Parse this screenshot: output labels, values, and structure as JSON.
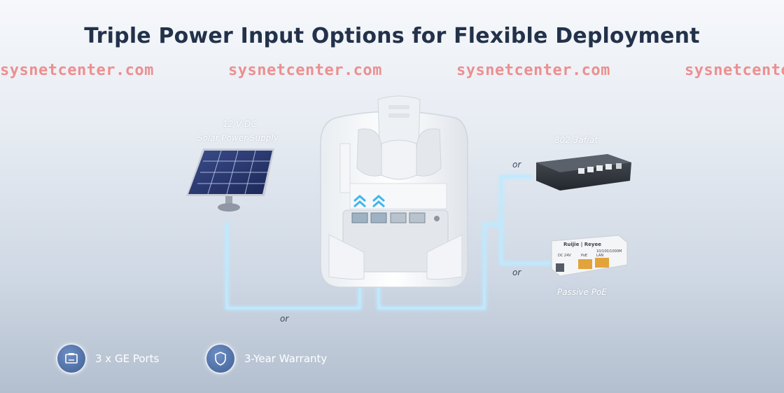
{
  "title": "Triple Power Input Options for Flexible Deployment",
  "watermark": {
    "text_1": "sysnetcenter.com",
    "text_2": "sysnetcenter.com",
    "text_3": "sysnetcenter.com",
    "text_4": "sysnetcenter.com"
  },
  "solar": {
    "line1": "12 V DC",
    "line2": "Solar Power Supply"
  },
  "switch": {
    "label": "802.3af/at"
  },
  "poe_injector": {
    "label": "Passive PoE",
    "brand": "Ruijie | Reyee",
    "port_left": "DC 24V",
    "port_poe": "PoE",
    "port_lan": "10/100/1000M LAN"
  },
  "or_labels": {
    "switch_or": "or",
    "poe_or": "or",
    "bottom_or": "or"
  },
  "features": [
    {
      "icon": "ethernet-port-icon",
      "label": "3 x GE Ports"
    },
    {
      "icon": "shield-icon",
      "label": "3-Year Warranty"
    }
  ],
  "colors": {
    "title": "#23324a",
    "watermark": "#eb6e6e",
    "glow_line": "#8fd3ff"
  }
}
